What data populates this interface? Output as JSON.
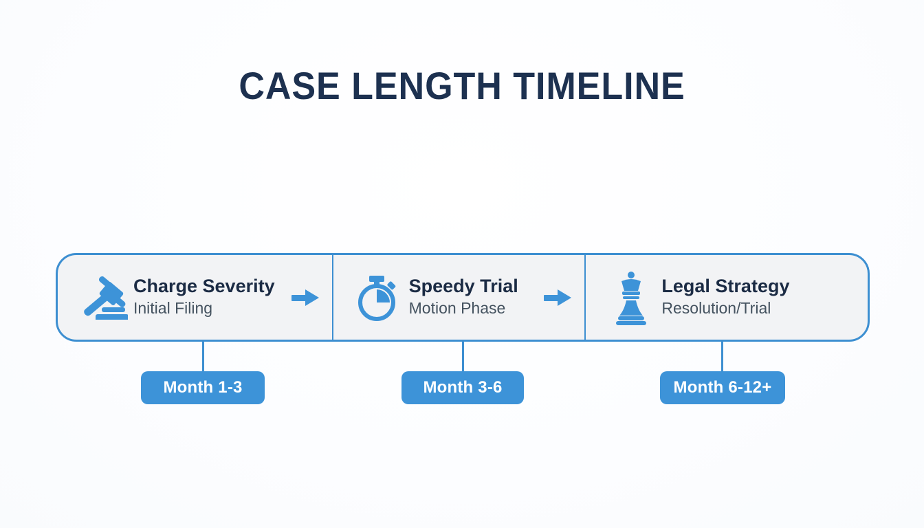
{
  "page": {
    "title": "CASE LENGTH TIMELINE",
    "background_color": "#fdfeff"
  },
  "theme": {
    "accent_blue": "#3d93d8",
    "border_blue": "#3d8fd1",
    "title_navy": "#1d3150",
    "card_bg": "#f2f3f5",
    "heading_color": "#1b2b44",
    "subtext_color": "#44525f",
    "badge_text": "#ffffff"
  },
  "timeline": {
    "stages": [
      {
        "icon": "gavel-icon",
        "title": "Charge Severity",
        "subtitle": "Initial Filing",
        "badge": "Month 1-3",
        "arrow": "arrow-right-icon"
      },
      {
        "icon": "stopwatch-icon",
        "title": "Speedy Trial",
        "subtitle": "Motion Phase",
        "badge": "Month 3-6",
        "arrow": "arrow-right-icon"
      },
      {
        "icon": "chess-queen-icon",
        "title": "Legal Strategy",
        "subtitle": "Resolution/Trial",
        "badge": "Month 6-12+",
        "arrow": null
      }
    ]
  }
}
